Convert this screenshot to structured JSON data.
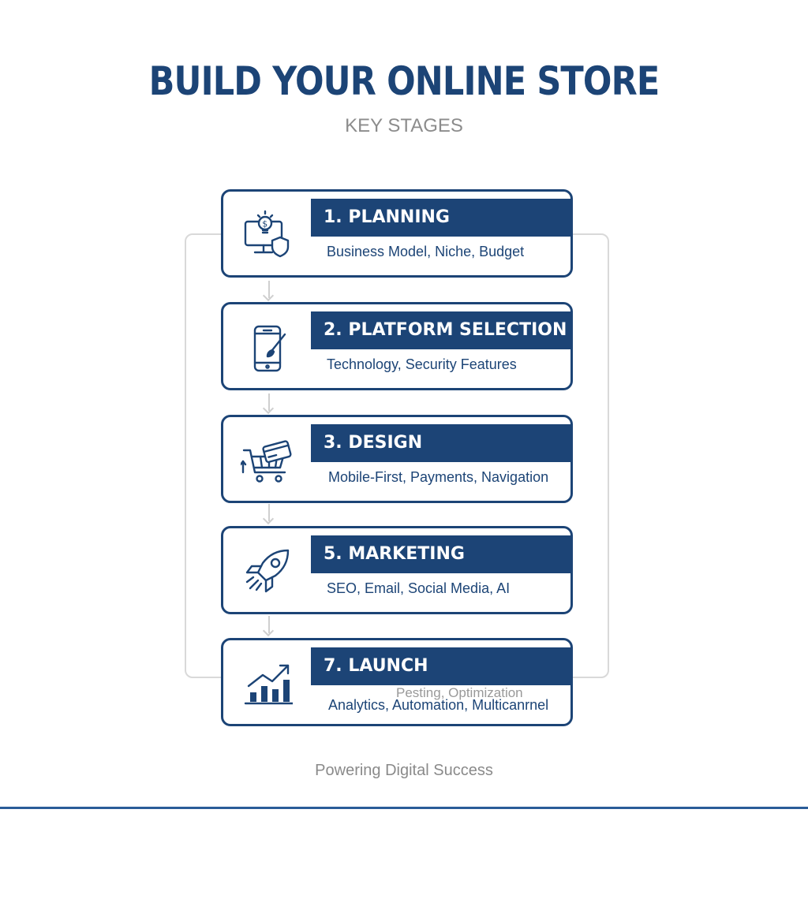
{
  "header": {
    "title": "BUILD YOUR ONLINE STORE",
    "subtitle": "KEY STAGES"
  },
  "stages": [
    {
      "title": "1. PLANNING",
      "description": "Business Model, Niche, Budget",
      "icon": "monitor-lightbulb-shield-icon"
    },
    {
      "title": "2. PLATFORM SELECTION",
      "description": "Technology, Security Features",
      "icon": "smartphone-brush-icon"
    },
    {
      "title": "3. DESIGN",
      "description": "Mobile-First, Payments, Navigation",
      "icon": "cart-credit-card-icon"
    },
    {
      "title": "5. MARKETING",
      "description": "SEO, Email, Social Media, AI",
      "icon": "rocket-icon"
    },
    {
      "title": "7. LAUNCH",
      "description": "Analytics, Automation, Multicanrnel",
      "note": "Pesting, Optimization",
      "icon": "growth-chart-icon"
    }
  ],
  "footer": {
    "tagline": "Powering Digital Success"
  },
  "colors": {
    "primary": "#1c4476",
    "footer_rule": "#2a5c98",
    "muted_text": "#8c8c8c",
    "frame_line": "#d9d9d9"
  }
}
